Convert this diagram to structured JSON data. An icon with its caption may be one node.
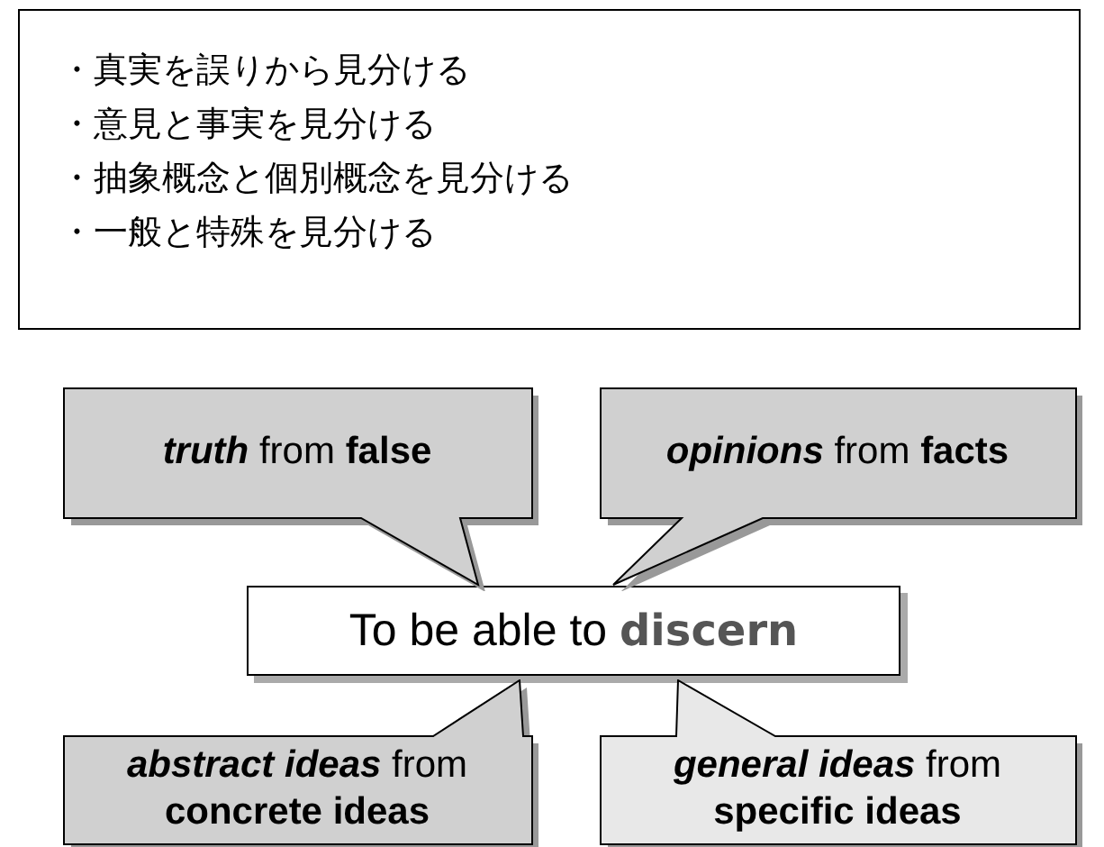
{
  "diagram": {
    "nodes": [
      {
        "text": [
          "・真実を誤りから見分ける",
          "・意見と事実を見分ける",
          "・抽象概念と個別概念を見分ける",
          "・一般と特殊を見分ける"
        ]
      },
      {
        "text": [
          "To be able to **discern**"
        ]
      },
      {
        "text": [
          "*truth* from **false**"
        ]
      },
      {
        "text": [
          "*opinions* from **facts**"
        ]
      },
      {
        "text": [
          "*abstract ideas* from **concrete ideas**"
        ]
      },
      {
        "text": [
          "*general ideas* from **specific ideas**"
        ]
      }
    ]
  }
}
